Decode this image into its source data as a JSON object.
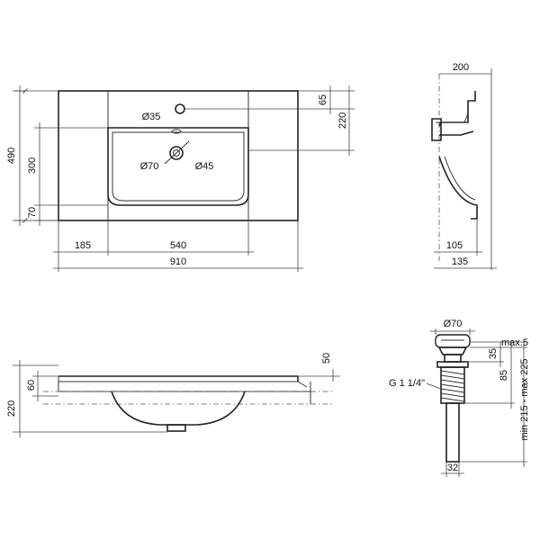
{
  "top_view": {
    "dim_65": "65",
    "dim_220": "220",
    "dim_490": "490",
    "dim_300": "300",
    "dim_70": "70",
    "dim_185": "185",
    "dim_540": "540",
    "dim_910": "910",
    "label_d35": "Ø35",
    "label_d70": "Ø70",
    "label_d45": "Ø45"
  },
  "side_view": {
    "dim_200": "200",
    "dim_105": "105",
    "dim_135": "135"
  },
  "front_view": {
    "dim_220": "220",
    "dim_60": "60",
    "dim_50": "50"
  },
  "drain_view": {
    "dim_d70": "Ø70",
    "dim_max5": "max.5",
    "dim_35": "35",
    "dim_85": "85",
    "dim_range": "min 215 - max 225",
    "dim_32": "32",
    "thread_label": "G 1 1/4\""
  }
}
